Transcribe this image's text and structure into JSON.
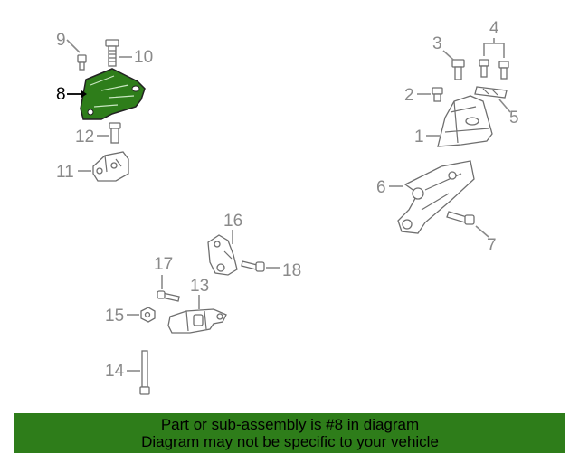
{
  "diagram": {
    "highlight_color": "#2e7d1a",
    "callouts": [
      {
        "id": "1",
        "label": "1"
      },
      {
        "id": "2",
        "label": "2"
      },
      {
        "id": "3",
        "label": "3"
      },
      {
        "id": "4",
        "label": "4"
      },
      {
        "id": "5",
        "label": "5"
      },
      {
        "id": "6",
        "label": "6"
      },
      {
        "id": "7",
        "label": "7"
      },
      {
        "id": "8",
        "label": "8",
        "highlighted": true
      },
      {
        "id": "9",
        "label": "9"
      },
      {
        "id": "10",
        "label": "10"
      },
      {
        "id": "11",
        "label": "11"
      },
      {
        "id": "12",
        "label": "12"
      },
      {
        "id": "13",
        "label": "13"
      },
      {
        "id": "14",
        "label": "14"
      },
      {
        "id": "15",
        "label": "15"
      },
      {
        "id": "16",
        "label": "16"
      },
      {
        "id": "17",
        "label": "17"
      },
      {
        "id": "18",
        "label": "18"
      }
    ]
  },
  "banner": {
    "background": "#2e7d1a",
    "line1": "Part or sub-assembly is #8 in diagram",
    "line2": "Diagram may not be specific to your vehicle"
  }
}
